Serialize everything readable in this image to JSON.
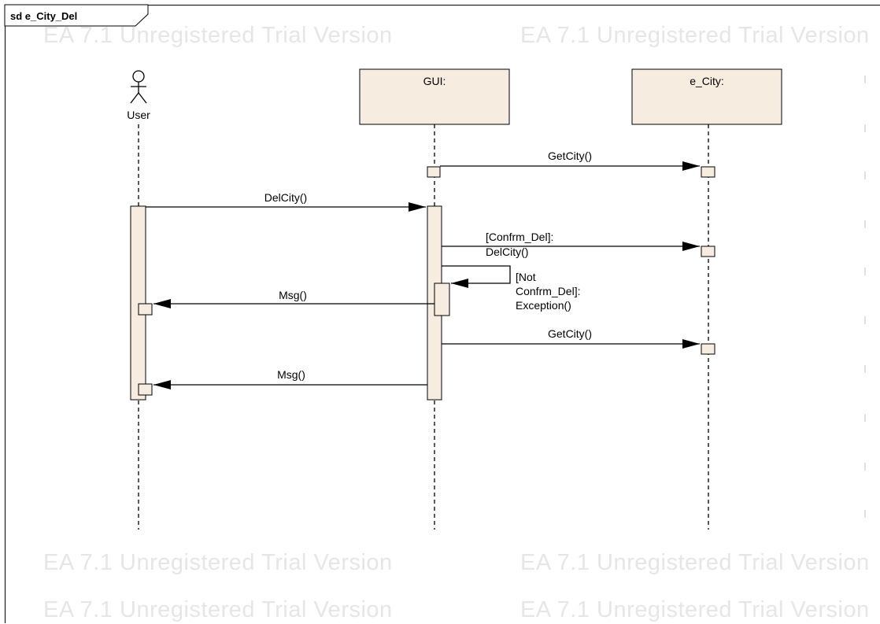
{
  "frame": {
    "title": "sd e_City_Del"
  },
  "watermark": {
    "text": "EA 7.1 Unregistered Trial Version"
  },
  "lifelines": {
    "user": {
      "label": "User"
    },
    "gui": {
      "label": "GUI:"
    },
    "city": {
      "label": "e_City:"
    }
  },
  "messages": {
    "m1": {
      "label": "GetCity()"
    },
    "m2": {
      "label": "DelCity()"
    },
    "m3": {
      "label_line1": "[Confrm_Del]:",
      "label_line2": "DelCity()"
    },
    "m4": {
      "label_line1": "[Not",
      "label_line2": "Confrm_Del]:",
      "label_line3": "Exception()"
    },
    "m5": {
      "label": "Msg()"
    },
    "m6": {
      "label": "GetCity()"
    },
    "m7": {
      "label": "Msg()"
    }
  },
  "colors": {
    "box_fill": "#f6ecdf",
    "line": "#000000",
    "watermark": "#e6e6e6"
  }
}
